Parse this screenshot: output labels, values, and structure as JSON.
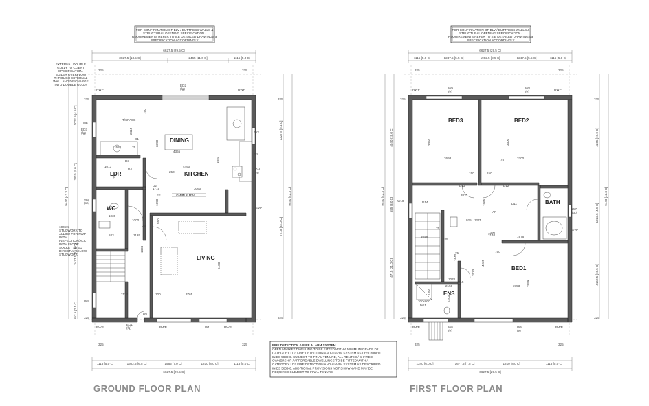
{
  "titles": {
    "ground": "GROUND FLOOR PLAN",
    "first": "FIRST FLOOR PLAN"
  },
  "notes": {
    "confirmation_box": [
      "FOR CONFIRMATION OF BLV / BUTTRESS WALLS &",
      "STRUCTURAL OPENING SPECIFICATION /",
      "REQUIREMENTS REFER TO S.E DETAILED DRAWINGS &",
      "SPECIFICATION ACCORDINGLY"
    ],
    "gully": [
      "EXTERNAL DOUBLE",
      "GULLY TO CLIENT",
      "SPECIFICATION.",
      "BOILER OVERFLOW",
      "THROUGH EXTERNAL",
      "WALL AND DISCHARGE",
      "INTO DOUBLE GULLY"
    ],
    "studwork": [
      "100mm",
      "STUDWORK TO",
      "ALLOW FOR RWP",
      "WITH",
      "INSPECTION/ACC",
      "WITH FLOOR",
      "SOCKET SITED",
      "DIRECTLY BELOW",
      "STUDWORK"
    ],
    "fire_title": "FIRE DETECTION & FIRE ALARM SYSTEM",
    "fire": [
      "OPEN MARKET DWELLING TO BE FITTED WITH A MINIMUM GRADE D2",
      "CATEGORY LD3 FIRE DETECTION AND ALARM SYSTEM AS DESCRIBED",
      "IN BS 5839-6. SUBJECT TO FINAL TENURE, ALL RENTED / SHARED",
      "OWNERSHIP / AFFORDABLE DWELLINGS TO BE FITTED WITH A",
      "CATEGORY LD2 FIRE DETECTION AND ALARM SYSTEM AS DESCRIBED",
      "IN BS 5839-6. ADDITIONAL PROVISIONS NOT SHOWN AND MAY BE",
      "REQUIRED SUBJECT TO FINAL TENURE"
    ]
  },
  "ground": {
    "rooms": {
      "dining": "DINING",
      "kitchen": "KITCHEN",
      "living": "LIVING",
      "ldr": "LDR",
      "wc": "WC"
    },
    "top_overall": "6627.5 [29.5 C]",
    "top_segments": [
      "3027.5 [13.5 C]",
      "2465 [11.0 C]",
      "1115 [5.0 C]"
    ],
    "bottom_overall": "6627.5 [29.5 C]",
    "bottom_segments": [
      "1115 [5.0 C]",
      "1602.5 [6.5 C]",
      "1565 [7.0 C]",
      "1810 [8.0 C]",
      "1115 [5.0 C]"
    ],
    "left_dims": [
      "1022.5 [4.5 C]",
      "2915 [9.0 C]",
      "3477.5 [15.5 C]",
      "552.5 [2.5 C]"
    ],
    "left_overall": "9440 [42.3 C]",
    "right_overall": "9440 [42.3 C]",
    "right_dims": [
      "1227.5 [5.4 C]",
      "7215 [32.0 C]"
    ],
    "interior_dims": [
      "3390",
      "4365",
      "4490",
      "4640",
      "3060",
      "2415",
      "1538",
      "75",
      "250",
      "1715",
      "1013",
      "1090",
      "1036",
      "1000",
      "843",
      "1195",
      "1303",
      "6160",
      "3765",
      "2113",
      "100",
      "750",
      "100",
      "550"
    ],
    "labels": [
      "RWP",
      "ED2",
      "(fg)",
      "RWP",
      "ED3",
      "(fg)",
      "W2",
      "W3",
      "(ob)",
      "W4",
      "MET",
      "EVP",
      "D1",
      "D2",
      "D3",
      "D4",
      "D5",
      "D6",
      "OH",
      "EF",
      "FF",
      "SS",
      "RWP",
      "RWP",
      "RWP",
      "ED1",
      "(fg)",
      "W1",
      "T/SPACE",
      "OVEN & MW",
      "FF",
      "325",
      "325",
      "325",
      "325",
      "325",
      "325",
      "325",
      "325"
    ]
  },
  "first": {
    "rooms": {
      "bed3": "BED3",
      "bed2": "BED2",
      "bed1": "BED1",
      "bath": "BATH",
      "ens": "ENS"
    },
    "top_overall": "6627.5 [29.5 C]",
    "top_segments": [
      "1115 [5.0 C]",
      "1247.5 [5.5 C]",
      "1902.5 [8.5 C]",
      "1247.5 [5.5 C]",
      "1115 [5.0 C]"
    ],
    "bottom_overall": "6627.5 [29.5 C]",
    "bottom_segments": [
      "1340 [6.0 C]",
      "1677.5 [7.5 C]",
      "1810 [8.0 C]",
      "1115 [5.0 C]"
    ],
    "left_dims": [
      "4040 [18.0 C]",
      "585 [3.0 C]",
      "4715 [21.0 C]"
    ],
    "left_overall": "9440 [42.3 C]",
    "right_overall": "9440 [42.3 C]",
    "right_dims": [
      "4265 [19.0 C]",
      "1022.5 [4.5 C]",
      "4152.5 [18.5 C]"
    ],
    "interior_dims": [
      "3350",
      "3300",
      "2693",
      "3300",
      "3833",
      "150",
      "150",
      "1965",
      "2140",
      "1976",
      "4225",
      "3753",
      "2899",
      "1070",
      "2150",
      "1450",
      "2200",
      "200x800",
      "TRAY",
      "1048",
      "75",
      "625",
      "750",
      "1390",
      "75",
      "925",
      "1275",
      "75",
      "3533",
      "1640"
    ],
    "labels": [
      "RWP",
      "RWP",
      "W9",
      "(e)",
      "W8",
      "(e)",
      "W10",
      "W7",
      "(ob)",
      "SVP",
      "RWP",
      "RWP",
      "W6",
      "(e)",
      "W5",
      "(e)",
      "D11",
      "D12",
      "D13",
      "D14",
      "D15",
      "AP",
      "325",
      "325",
      "325",
      "325",
      "325",
      "325",
      "325",
      "325"
    ]
  },
  "colors": {
    "wall": "#5a5a5a",
    "line": "#555555",
    "title": "#8a8a8a"
  }
}
